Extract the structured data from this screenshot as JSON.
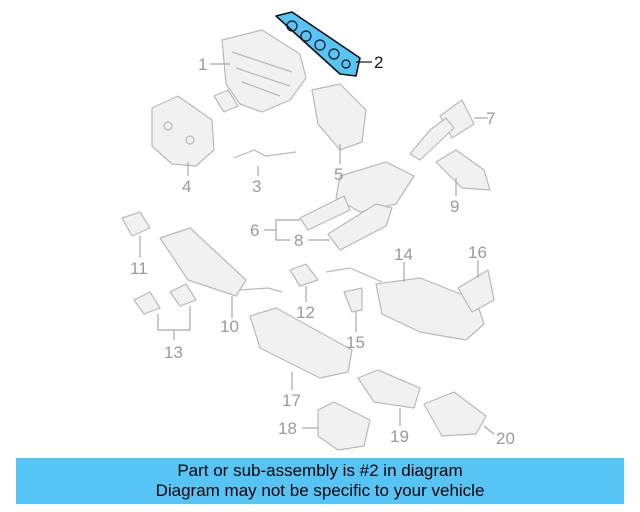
{
  "diagram": {
    "highlight_color": "#56c4f5",
    "callouts": [
      "1",
      "2",
      "3",
      "4",
      "5",
      "6",
      "7",
      "8",
      "9",
      "10",
      "11",
      "12",
      "13",
      "14",
      "15",
      "16",
      "17",
      "18",
      "19",
      "20"
    ],
    "highlighted_callout": "2"
  },
  "banner": {
    "background": "#56c4f5",
    "line1": "Part or sub-assembly is #2 in diagram",
    "line2": "Diagram may not be specific to your vehicle"
  }
}
